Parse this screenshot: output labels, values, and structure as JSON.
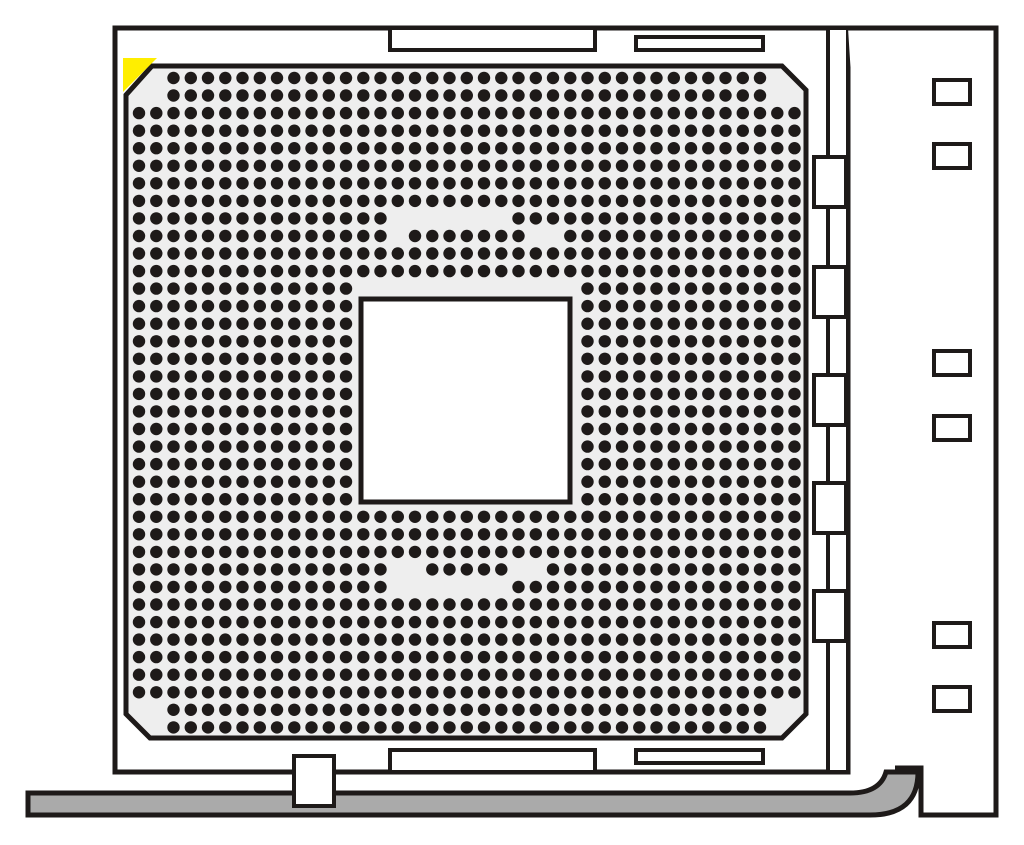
{
  "diagram": {
    "subject": "cpu-socket",
    "colors": {
      "outline": "#1e1a19",
      "pin_field": "#eeeeee",
      "pin": "#1e1a19",
      "pin1_marker": "#ffee00",
      "lever": "#aaaaaa",
      "background": "#ffffff"
    },
    "pin_grid": {
      "columns": 39,
      "rows": 38
    }
  }
}
